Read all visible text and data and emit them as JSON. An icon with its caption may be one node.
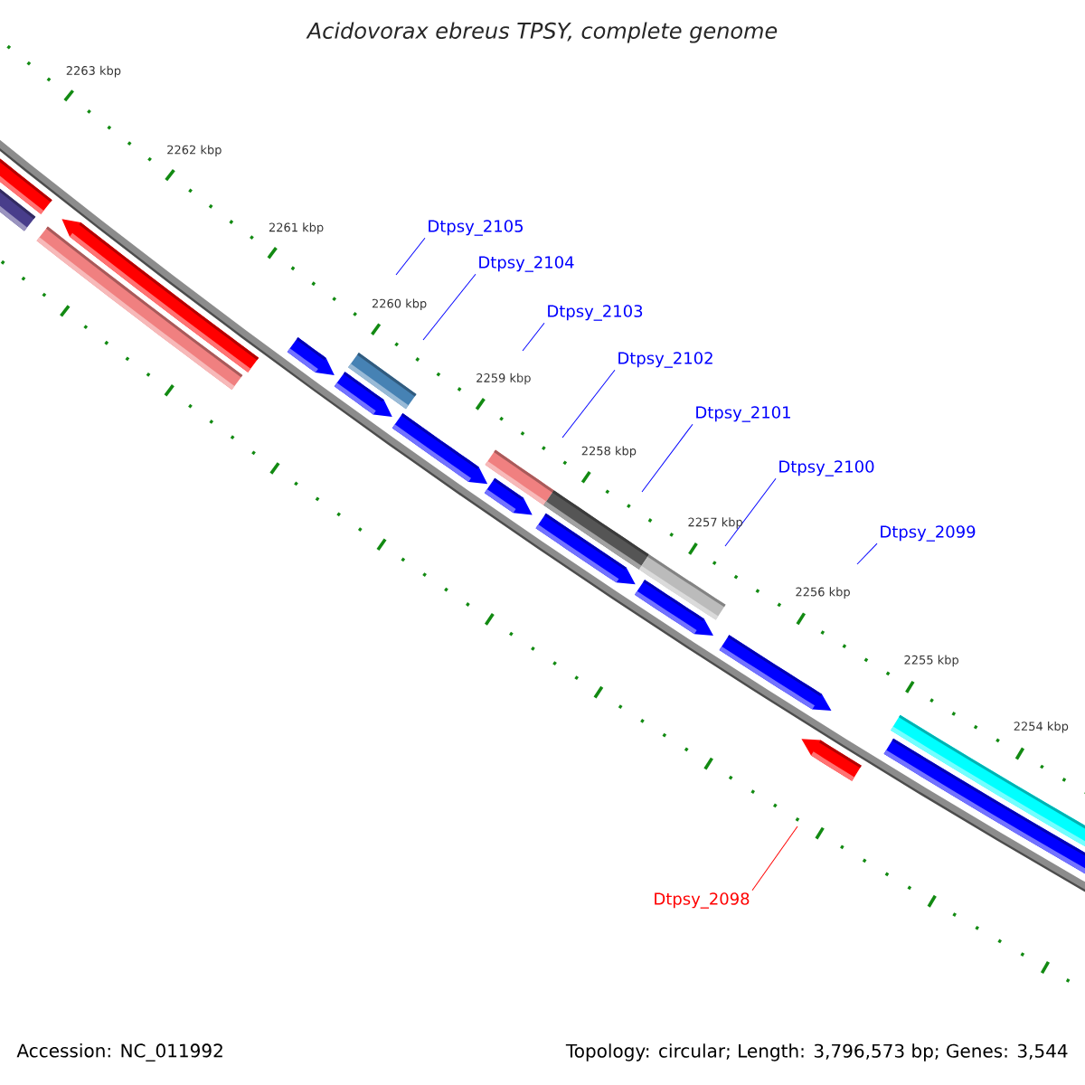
{
  "diagram": {
    "title": "Acidovorax ebreus TPSY, complete genome",
    "nodes": [
      {
        "text": [
          "Dtpsy_2105"
        ]
      },
      {
        "text": [
          "Dtpsy_2104"
        ]
      },
      {
        "text": [
          "Dtpsy_2103"
        ]
      },
      {
        "text": [
          "Dtpsy_2102"
        ]
      },
      {
        "text": [
          "Dtpsy_2101"
        ]
      },
      {
        "text": [
          "Dtpsy_2100"
        ]
      },
      {
        "text": [
          "Dtpsy_2099"
        ]
      },
      {
        "text": [
          "Dtpsy_2098"
        ]
      }
    ],
    "edges": [
      {
        "from": 0,
        "to": null,
        "arrow": "none"
      },
      {
        "from": 1,
        "to": null,
        "arrow": "none"
      },
      {
        "from": 2,
        "to": null,
        "arrow": "none"
      },
      {
        "from": 3,
        "to": null,
        "arrow": "none"
      },
      {
        "from": 4,
        "to": null,
        "arrow": "none"
      },
      {
        "from": 5,
        "to": null,
        "arrow": "none"
      },
      {
        "from": 6,
        "to": null,
        "arrow": "none"
      },
      {
        "from": 7,
        "to": null,
        "arrow": "none",
        "color": "#ff0000"
      }
    ],
    "labels": [
      "2263 kbp",
      "2262 kbp",
      "2261 kbp",
      "2260 kbp",
      "2259 kbp",
      "2258 kbp",
      "2257 kbp",
      "2256 kbp",
      "2255 kbp",
      "2254 kbp",
      "Accession: NC_011992",
      "Topology: circular; Length: 3,796,573 bp; Genes: 3,544"
    ]
  }
}
